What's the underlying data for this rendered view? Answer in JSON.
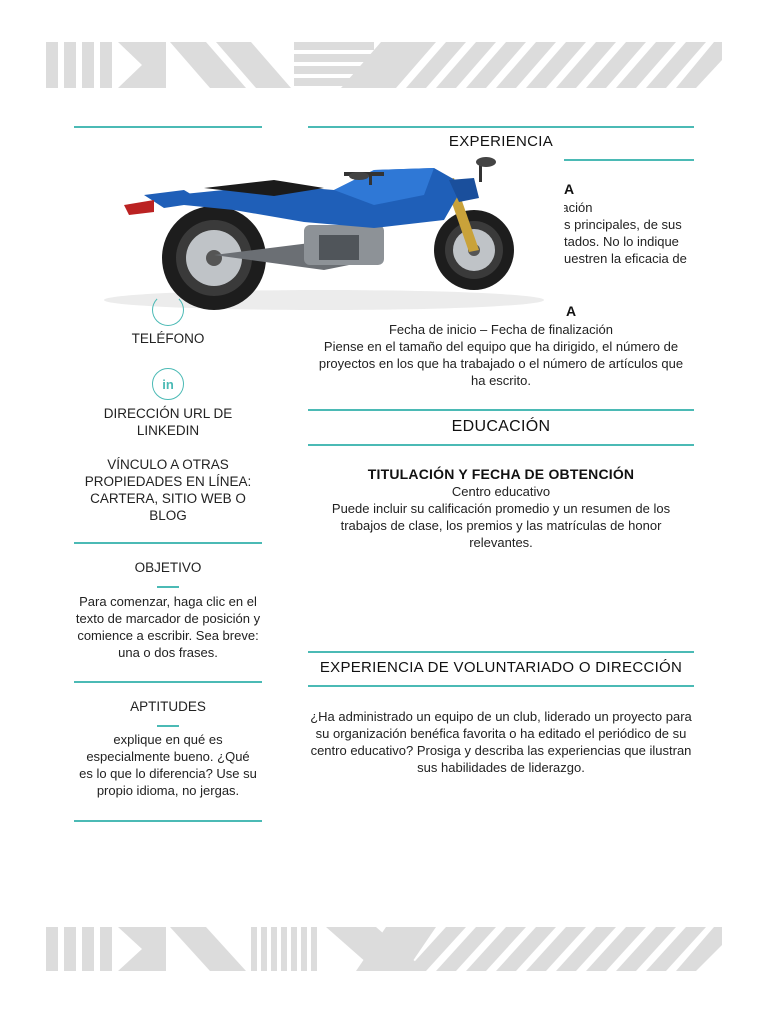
{
  "experience": {
    "heading": "EXPERIENCIA",
    "item1_title_partial": "A",
    "item1_dates_partial": "ización",
    "item1_desc_lines": [
      "s principales, de sus",
      "tados. No lo indique",
      "uestren la eficacia de"
    ],
    "item2_title_partial": "A",
    "item2_dates": "Fecha de inicio – Fecha de finalización",
    "item2_desc": "Piense en el tamaño del equipo que ha dirigido, el número de proyectos en los que ha trabajado o el número de artículos que ha escrito."
  },
  "contact": {
    "phone_label": "TELÉFONO",
    "linkedin_icon_text": "in",
    "linkedin_label": "DIRECCIÓN URL DE LINKEDIN",
    "links_label": "VÍNCULO A OTRAS PROPIEDADES EN LÍNEA: CARTERA, SITIO WEB O BLOG"
  },
  "objective": {
    "heading": "OBJETIVO",
    "text": "Para comenzar, haga clic en el texto de marcador de posición y comience a escribir. Sea breve: una o dos frases."
  },
  "skills": {
    "heading": "APTITUDES",
    "text": "explique en qué es especialmente bueno. ¿Qué es lo que lo diferencia? Use su propio idioma, no jergas."
  },
  "education": {
    "heading": "EDUCACIÓN",
    "title": "TITULACIÓN Y FECHA DE OBTENCIÓN",
    "school": "Centro educativo",
    "desc": "Puede incluir su calificación promedio y un resumen de los trabajos de clase, los premios y las matrículas de honor relevantes."
  },
  "volunteer": {
    "heading": "EXPERIENCIA DE VOLUNTARIADO O DIRECCIÓN",
    "desc": "¿Ha administrado un equipo de un club, liderado un proyecto para su organización benéfica favorita o ha editado el periódico de su centro educativo? Prosiga y describa las experiencias que ilustran sus habilidades de liderazgo."
  },
  "colors": {
    "accent": "#4bbab5",
    "banner": "#dcdcdc",
    "motorcycle": "#1f5fb8"
  }
}
